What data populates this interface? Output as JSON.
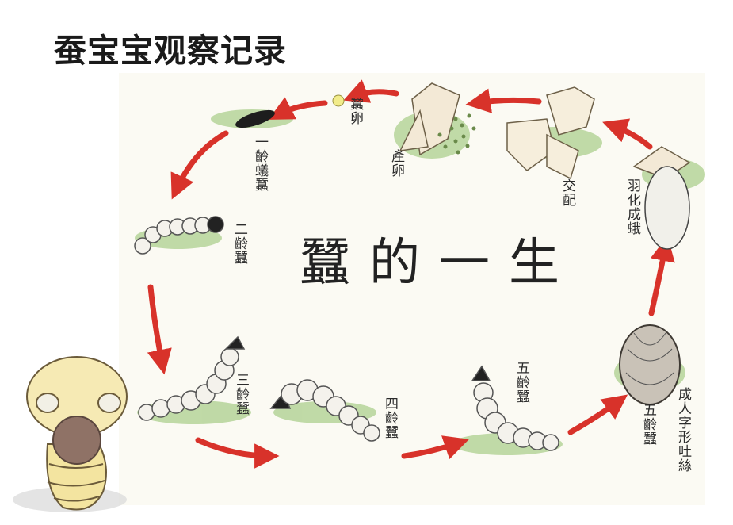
{
  "title": "蚕宝宝观察记录",
  "diagram": {
    "center_title": "蠶的一生",
    "stages": [
      {
        "id": "egg",
        "label": "蠶卵"
      },
      {
        "id": "lay-eggs",
        "label": "產卵"
      },
      {
        "id": "mating",
        "label": "交配"
      },
      {
        "id": "moth",
        "label": "羽化成蛾"
      },
      {
        "id": "cocoon",
        "label": "成人字形吐絲"
      },
      {
        "id": "fifth-instar-spinning",
        "label": "五齡蠶"
      },
      {
        "id": "fifth-instar",
        "label": "五齡蠶"
      },
      {
        "id": "fourth-instar",
        "label": "四齡蠶"
      },
      {
        "id": "third-instar",
        "label": "三齡蠶"
      },
      {
        "id": "second-instar",
        "label": "二齡蠶"
      },
      {
        "id": "first-instar",
        "label": "一齡蟻蠶"
      }
    ]
  },
  "colors": {
    "arrow": "#d8322a",
    "grass": "#7fae5a",
    "worm": "#f4f2ec",
    "mascot": "#f3e4a0"
  }
}
